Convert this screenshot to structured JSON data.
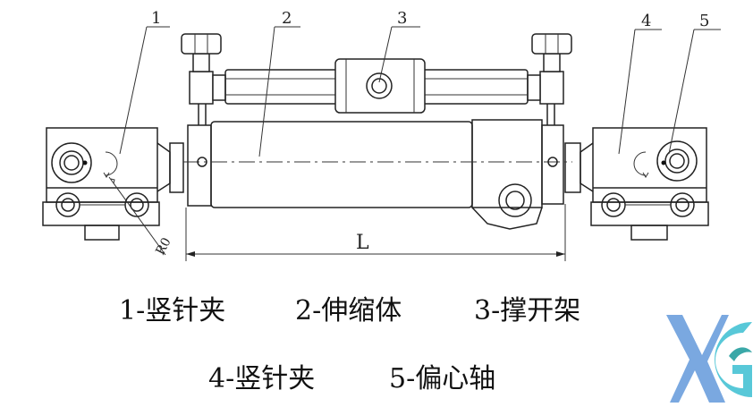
{
  "callouts": {
    "c1": "1",
    "c2": "2",
    "c3": "3",
    "c4": "4",
    "c5": "5"
  },
  "dimension": {
    "length_label": "L",
    "radius_label": "R0"
  },
  "legend": [
    {
      "number": "1",
      "text": "1-竖针夹"
    },
    {
      "number": "2",
      "text": "2-伸缩体"
    },
    {
      "number": "3",
      "text": "3-撑开架"
    },
    {
      "number": "4",
      "text": "4-竖针夹"
    },
    {
      "number": "5",
      "text": "5-偏心轴"
    }
  ],
  "logo": {
    "letters": "XG",
    "colors": {
      "x": "#7aa8e0",
      "g": "#58c8d8"
    }
  }
}
